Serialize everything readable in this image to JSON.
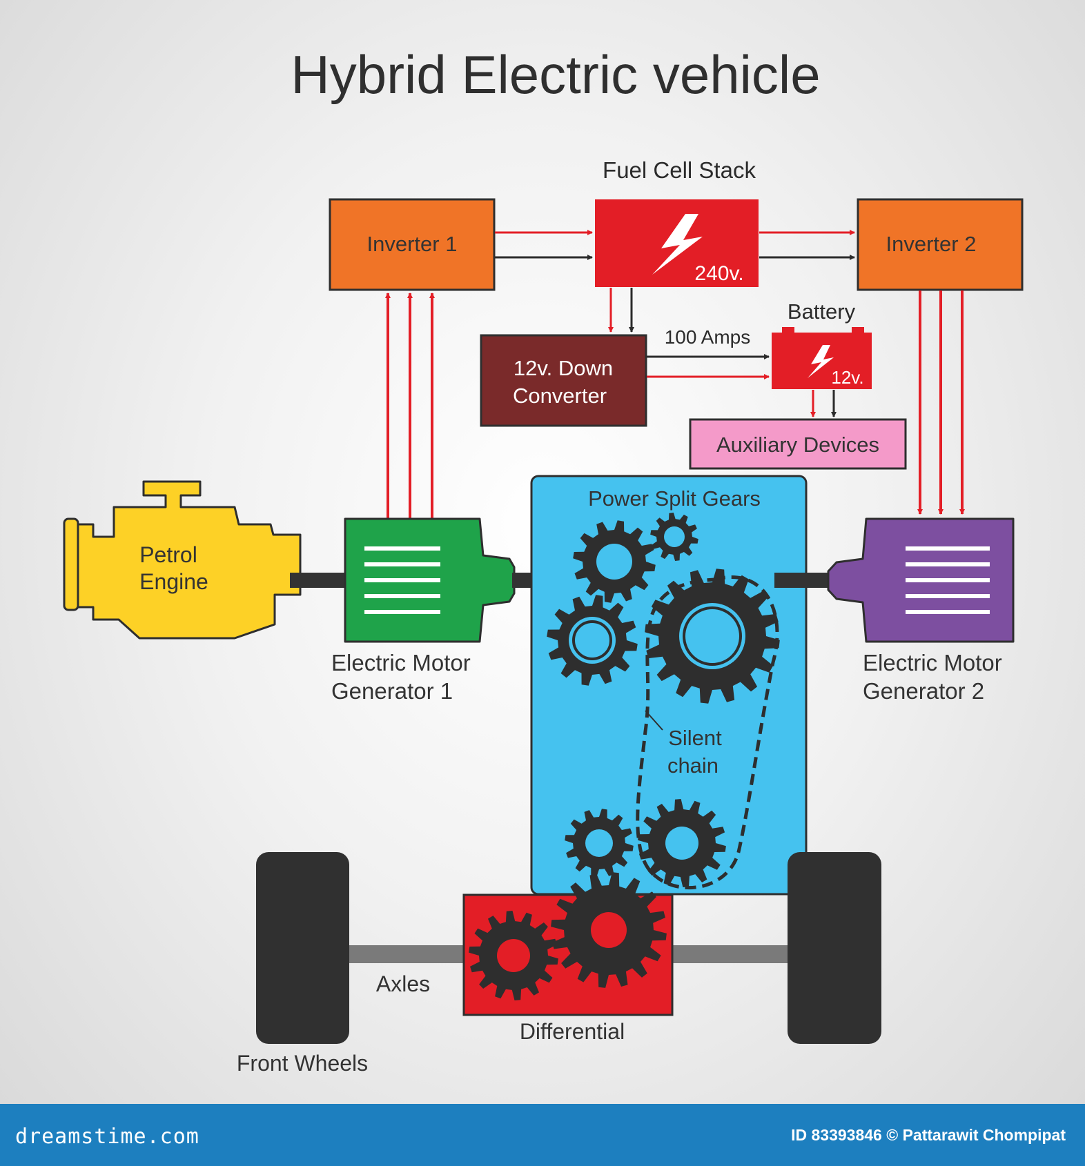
{
  "title": "Hybrid Electric vehicle",
  "labels": {
    "fuel_cell_stack": "Fuel Cell Stack",
    "inverter1": "Inverter 1",
    "inverter2": "Inverter 2",
    "voltage_240": "240v.",
    "battery": "Battery",
    "amps": "100 Amps",
    "down_converter_line1": "12v. Down",
    "down_converter_line2": "Converter",
    "voltage_12": "12v.",
    "auxiliary": "Auxiliary Devices",
    "power_split": "Power Split Gears",
    "petrol_line1": "Petrol",
    "petrol_line2": "Engine",
    "emg1_line1": "Electric Motor",
    "emg1_line2": "Generator 1",
    "emg2_line1": "Electric Motor",
    "emg2_line2": "Generator 2",
    "silent_line1": "Silent",
    "silent_line2": "chain",
    "axles": "Axles",
    "differential": "Differential",
    "front_wheels": "Front Wheels"
  },
  "footer": {
    "site": "dreamstime.com",
    "credit": "ID 83393846 © Pattarawit Chompipat"
  },
  "colors": {
    "inverter": "#f07427",
    "fuel_cell": "#e31e26",
    "converter": "#7a2a2a",
    "battery": "#e31e26",
    "auxiliary": "#f49ac9",
    "gearbox": "#45c2ef",
    "petrol_engine": "#fdd126",
    "emg1": "#1fa34a",
    "emg2": "#7d4fa0",
    "gear": "#2e2e2e",
    "differential": "#e31e26",
    "wheel": "#303030",
    "axle": "#7a7a7a",
    "arrow_red": "#e31e26",
    "arrow_dark": "#2b2b2b",
    "footer": "#1d7fbf"
  }
}
